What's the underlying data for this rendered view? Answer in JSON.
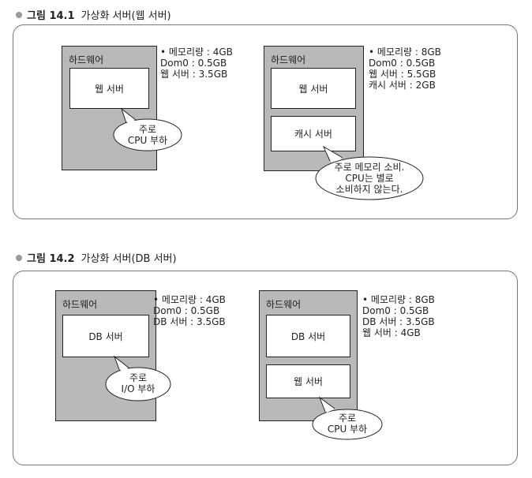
{
  "figures": [
    {
      "caption_num": "그림 14.1",
      "caption_title": "가상화 서버(웹 서버)",
      "left": {
        "hw_label": "하드웨어",
        "vms": [
          "웹 서버"
        ],
        "specs": [
          "• 메모리량 : 4GB",
          "Dom0 : 0.5GB",
          "웹 서버 : 3.5GB"
        ],
        "bubble": [
          "주로",
          "CPU 부하"
        ]
      },
      "right": {
        "hw_label": "하드웨어",
        "vms": [
          "웹 서버",
          "캐시 서버"
        ],
        "specs": [
          "• 메모리량 : 8GB",
          "Dom0 : 0.5GB",
          "웹 서버 : 5.5GB",
          "캐시 서버 : 2GB"
        ],
        "bubble": [
          "주로 메모리 소비.",
          "CPU는 별로",
          "소비하지 않는다."
        ]
      }
    },
    {
      "caption_num": "그림 14.2",
      "caption_title": "가상화 서버(DB 서버)",
      "left": {
        "hw_label": "하드웨어",
        "vms": [
          "DB 서버"
        ],
        "specs": [
          "• 메모리량 : 4GB",
          "Dom0 : 0.5GB",
          "DB 서버 : 3.5GB"
        ],
        "bubble": [
          "주로",
          "I/O 부하"
        ]
      },
      "right": {
        "hw_label": "하드웨어",
        "vms": [
          "DB 서버",
          "웹 서버"
        ],
        "specs": [
          "• 메모리량 : 8GB",
          "Dom0 : 0.5GB",
          "DB 서버 : 3.5GB",
          "웹 서버 : 4GB"
        ],
        "bubble": [
          "주로",
          "CPU 부하"
        ]
      }
    }
  ]
}
